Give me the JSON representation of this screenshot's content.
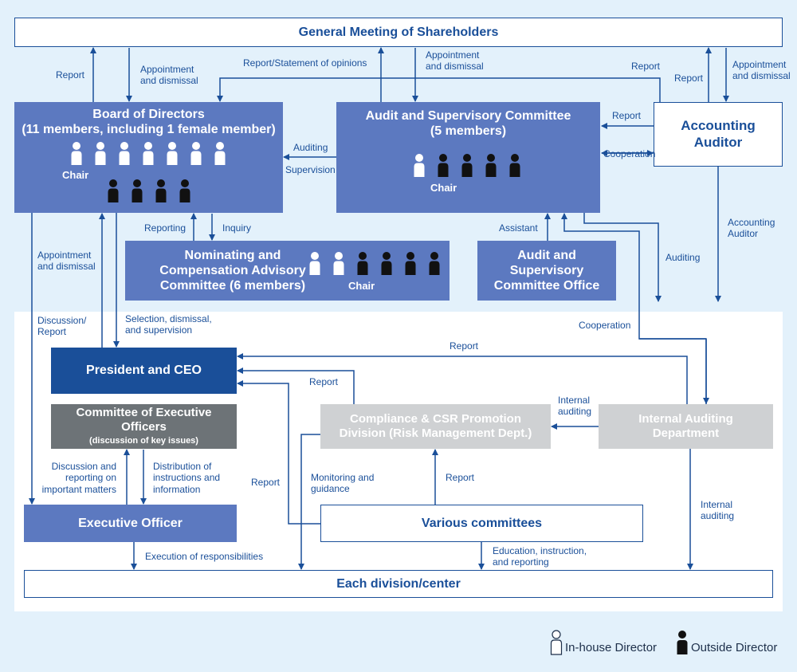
{
  "gms": {
    "title": "General Meeting of Shareholders"
  },
  "board": {
    "title_line1": "Board of Directors",
    "title_line2": "(11 members, including 1 female member)",
    "chair": "Chair"
  },
  "audit_committee": {
    "title_line1": "Audit and Supervisory Committee",
    "title_line2": "(5 members)",
    "chair": "Chair"
  },
  "accounting_auditor": {
    "title_line1": "Accounting",
    "title_line2": "Auditor"
  },
  "nominating": {
    "title_line1": "Nominating and",
    "title_line2": "Compensation Advisory",
    "title_line3": "Committee (6 members)",
    "chair": "Chair"
  },
  "audit_office": {
    "title_line1": "Audit and",
    "title_line2": "Supervisory",
    "title_line3": "Committee Office"
  },
  "president": {
    "title": "President and CEO"
  },
  "exec_committee": {
    "title_line1": "Committee of Executive",
    "title_line2": "Officers",
    "subtitle": "(discussion of key issues)"
  },
  "compliance": {
    "title_line1": "Compliance & CSR Promotion",
    "title_line2": "Division (Risk Management Dept.)"
  },
  "internal_audit": {
    "title_line1": "Internal Auditing",
    "title_line2": "Department"
  },
  "exec_officer": {
    "title": "Executive Officer"
  },
  "committees": {
    "title": "Various committees"
  },
  "division": {
    "title": "Each division/center"
  },
  "labels": {
    "report_gms_left": "Report",
    "appointment_gms_left_1": "Appointment",
    "appointment_gms_left_2": "and dismissal",
    "report_statement": "Report/Statement of opinions",
    "appointment_gms_mid_1": "Appointment",
    "appointment_gms_mid_2": "and dismissal",
    "report_aa_board": "Report",
    "report_aa_gms": "Report",
    "appointment_gms_right_1": "Appointment",
    "appointment_gms_right_2": "and dismissal",
    "report_aa_audit": "Report",
    "cooperation_aa": "Cooperation",
    "auditing_board": "Auditing",
    "supervision": "Supervision",
    "reporting": "Reporting",
    "inquiry": "Inquiry",
    "assistant": "Assistant",
    "appointment_board_1": "Appointment",
    "appointment_board_2": "and dismissal",
    "accounting_auditor_1": "Accounting",
    "accounting_auditor_2": "Auditor",
    "auditing_audit": "Auditing",
    "discussion_report_1": "Discussion/",
    "discussion_report_2": "Report",
    "selection_1": "Selection, dismissal,",
    "selection_2": "and supervision",
    "cooperation_ia": "Cooperation",
    "report_ia_president": "Report",
    "report_compliance_president": "Report",
    "internal_auditing_comp_1": "Internal",
    "internal_auditing_comp_2": "auditing",
    "discussion_reporting_1": "Discussion and",
    "discussion_reporting_2": "reporting on",
    "discussion_reporting_3": "important matters",
    "distribution_1": "Distribution of",
    "distribution_2": "instructions and",
    "distribution_3": "information",
    "report_committees_president": "Report",
    "monitoring_1": "Monitoring and",
    "monitoring_2": "guidance",
    "report_committees_compliance": "Report",
    "internal_auditing_div_1": "Internal",
    "internal_auditing_div_2": "auditing",
    "execution": "Execution of responsibilities",
    "education_1": "Education, instruction,",
    "education_2": "and reporting"
  },
  "legend": {
    "inhouse": "In-house Director",
    "outside": "Outside Director"
  },
  "colors": {
    "navy": "#1a4f99",
    "medium_blue": "#5c79c0",
    "light_bg": "#e3f1fb",
    "gray_dark": "#6d7377",
    "gray_light": "#cfd1d3"
  },
  "icons": {
    "inhouse": "person-outline-icon",
    "outside": "person-filled-icon"
  },
  "members": {
    "board": {
      "inhouse": 7,
      "outside": 4
    },
    "audit_committee": {
      "inhouse": 1,
      "outside": 4
    },
    "nominating": {
      "inhouse": 2,
      "outside": 4
    }
  }
}
